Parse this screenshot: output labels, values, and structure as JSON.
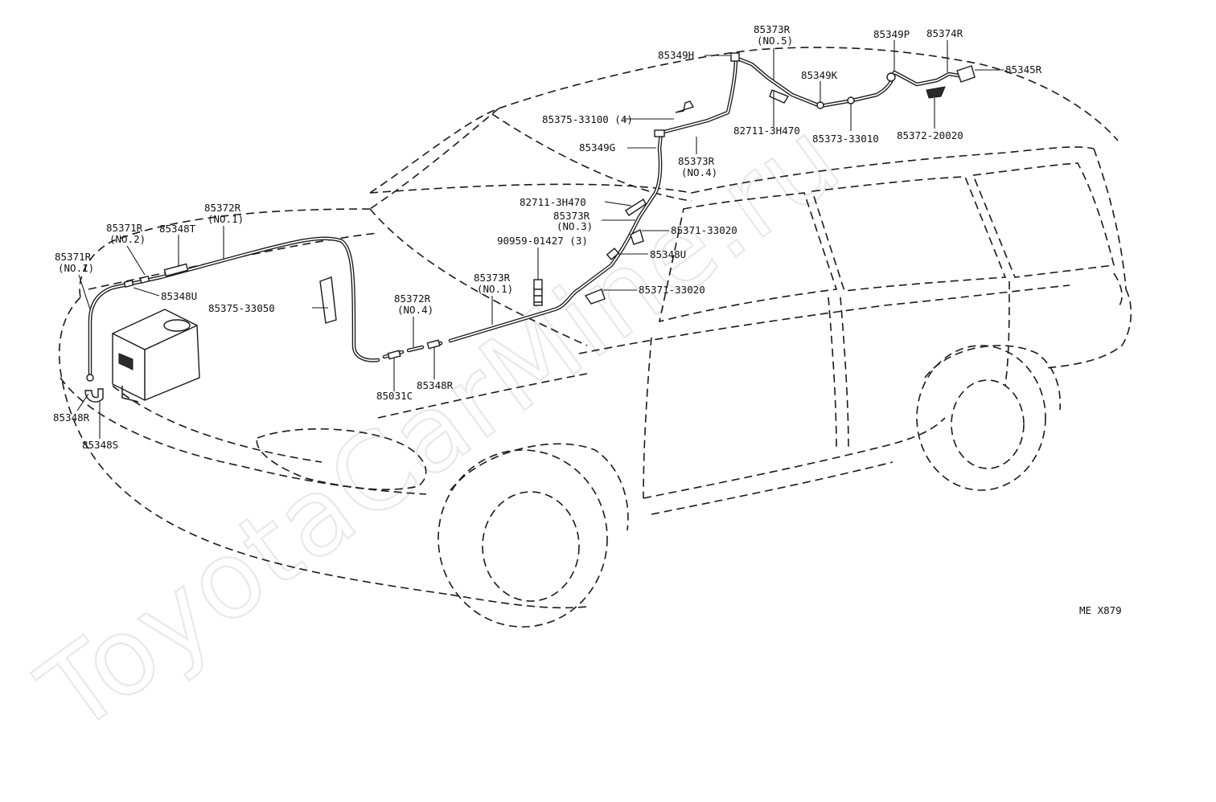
{
  "watermark": "ToyotaCarMine.ru",
  "figure_code": "ME X879",
  "labels": {
    "p85373R_no5": "85373R",
    "p85373R_no5_sub": "(NO.5)",
    "p85349P": "85349P",
    "p85374R": "85374R",
    "p85349H": "85349H",
    "p85345R": "85345R",
    "p85349K": "85349K",
    "p85375_33100": "85375-33100 (4)",
    "p82711_3H470_top": "82711-3H470",
    "p85373_33010": "85373-33010",
    "p85372_20020": "85372-20020",
    "p85349G": "85349G",
    "p85373R_no4": "85373R",
    "p85373R_no4_sub": "(NO.4)",
    "p82711_3H470_mid": "82711-3H470",
    "p85373R_no3": "85373R",
    "p85373R_no3_sub": "(NO.3)",
    "p85371_33020_a": "85371-33020",
    "p90959_01427": "90959-01427 (3)",
    "p85348U_right": "85348U",
    "p85373R_no1": "85373R",
    "p85373R_no1_sub": "(NO.1)",
    "p85371_33020_b": "85371-33020",
    "p85372R_no1": "85372R",
    "p85372R_no1_sub": "(NO.1)",
    "p85371R_no2": "85371R",
    "p85371R_no2_sub": "(NO.2)",
    "p85348T": "85348T",
    "p85371R_no1": "85371R",
    "p85371R_no1_sub": "(NO.1)",
    "p85348U_left": "85348U",
    "p85375_33050": "85375-33050",
    "p85372R_no4": "85372R",
    "p85372R_no4_sub": "(NO.4)",
    "p85348R_mid": "85348R",
    "p85031C": "85031C",
    "p85348R_left": "85348R",
    "p85348S": "85348S"
  }
}
